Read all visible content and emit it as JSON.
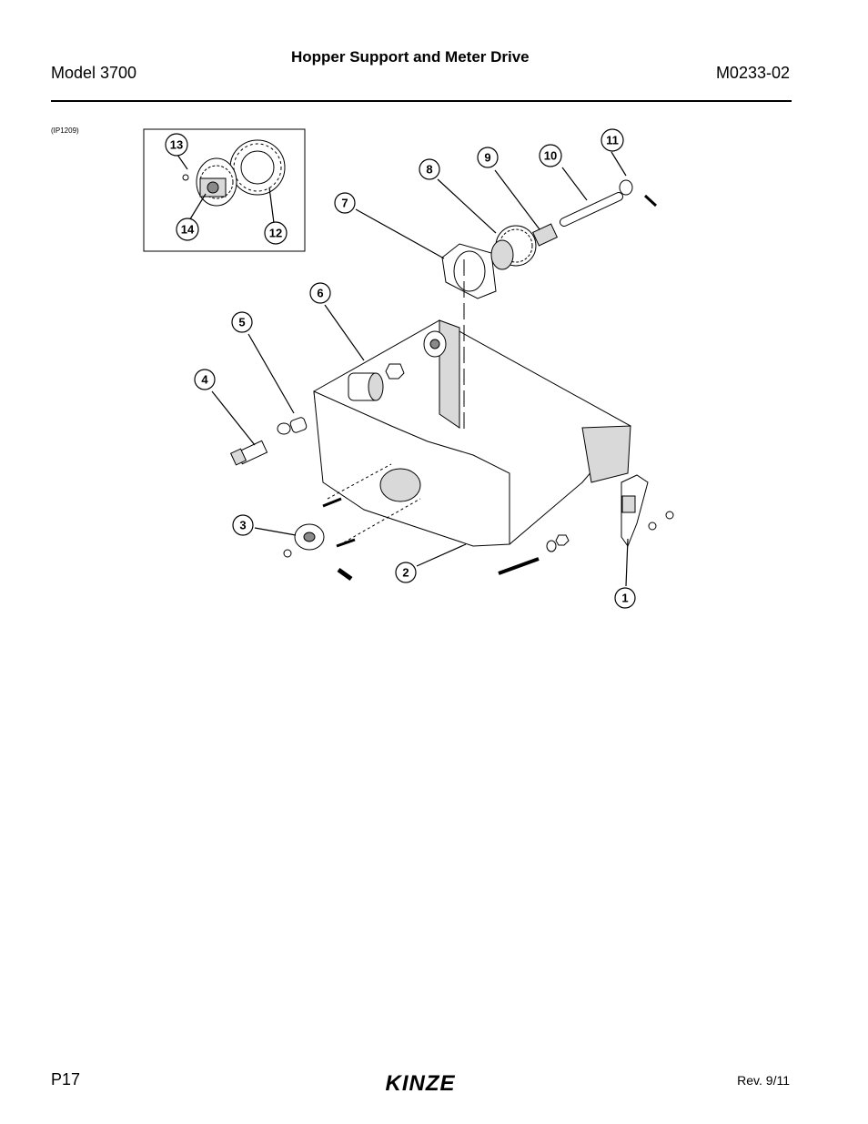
{
  "header": {
    "model": "Model 3700",
    "title": "Hopper Support and Meter Drive",
    "doc_number": "M0233-02"
  },
  "figure": {
    "id": "(IP1209)",
    "callouts": [
      "1",
      "2",
      "3",
      "4",
      "5",
      "6",
      "7",
      "8",
      "9",
      "10",
      "11",
      "12",
      "13",
      "14"
    ]
  },
  "footer": {
    "page": "P17",
    "brand": "KINZE",
    "revision": "Rev. 9/11"
  }
}
